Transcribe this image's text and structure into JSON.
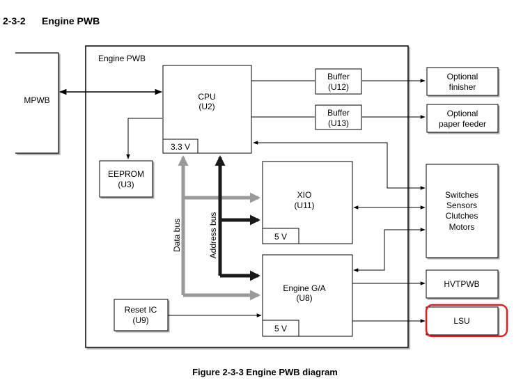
{
  "section": {
    "number": "2-3-2",
    "title": "Engine PWB"
  },
  "boxes": {
    "engine_pwb": "Engine PWB",
    "mpwb": "MPWB",
    "cpu": {
      "line1": "CPU",
      "line2": "(U2)",
      "voltage": "3.3 V"
    },
    "buffer_u12": {
      "line1": "Buffer",
      "line2": "(U12)"
    },
    "buffer_u13": {
      "line1": "Buffer",
      "line2": "(U13)"
    },
    "optional_finisher": {
      "line1": "Optional",
      "line2": "finisher"
    },
    "optional_paper_feeder": {
      "line1": "Optional",
      "line2": "paper feeder"
    },
    "eeprom": {
      "line1": "EEPROM",
      "line2": "(U3)"
    },
    "xio": {
      "line1": "XIO",
      "line2": "(U11)",
      "voltage": "5 V"
    },
    "switches": {
      "line1": "Switches",
      "line2": "Sensors",
      "line3": "Clutches",
      "line4": "Motors"
    },
    "engine_ga": {
      "line1": "Engine G/A",
      "line2": "(U8)",
      "voltage": "5 V"
    },
    "hvtpwb": "HVTPWB",
    "reset_ic": {
      "line1": "Reset IC",
      "line2": "(U9)"
    },
    "lsu": "LSU"
  },
  "buses": {
    "data_bus": "Data bus",
    "address_bus": "Address bus"
  },
  "colors": {
    "data_bus": "#999999",
    "address_bus": "#1a1a1a",
    "highlight": "#e02020"
  },
  "caption": "Figure 2-3-3 Engine PWB diagram"
}
